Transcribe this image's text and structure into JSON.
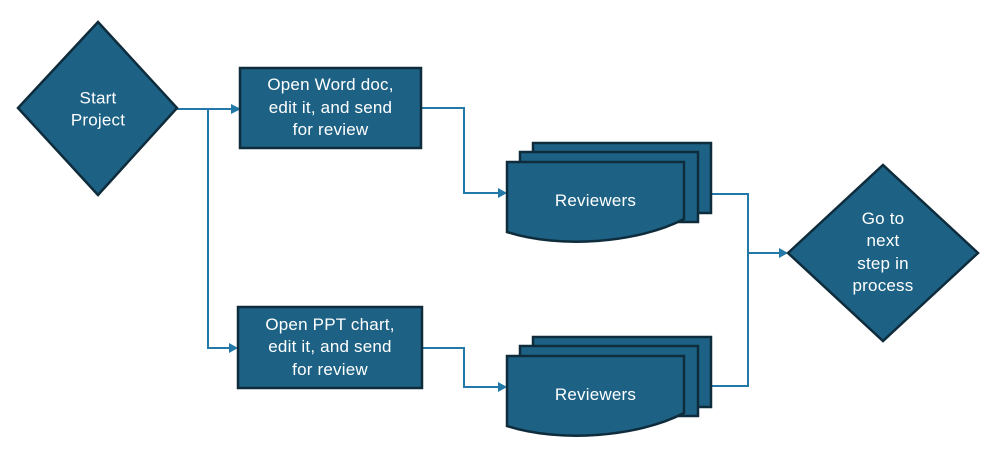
{
  "colors": {
    "background": "#ffffff",
    "shape_fill": "#1d6285",
    "shape_border": "#0e2c3c",
    "connector": "#2279a8",
    "label_text": "#ffffff"
  },
  "nodes": {
    "start_decision": {
      "label": "Start\nProject"
    },
    "word_process": {
      "label": "Open Word doc,\nedit it, and send\nfor review"
    },
    "ppt_process": {
      "label": "Open PPT chart,\nedit it, and send\nfor review"
    },
    "reviewers_word": {
      "label": "Reviewers"
    },
    "reviewers_ppt": {
      "label": "Reviewers"
    },
    "end_decision": {
      "label": "Go to\nnext\nstep in\nprocess"
    }
  }
}
